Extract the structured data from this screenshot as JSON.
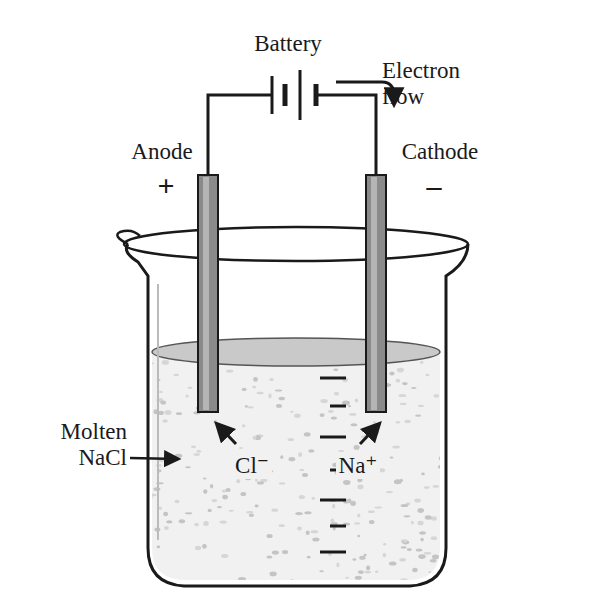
{
  "diagram": {
    "labels": [
      "Battery",
      "Electron flow",
      "Anode",
      "+",
      "Cathode",
      "–",
      "Molten NaCl",
      "Cl⁻",
      "Na⁺"
    ]
  }
}
